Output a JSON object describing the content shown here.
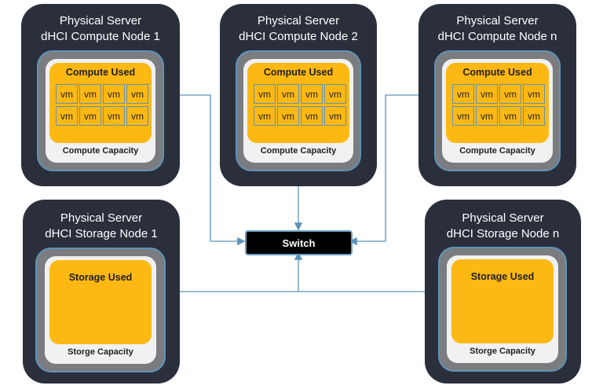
{
  "compute_nodes": [
    {
      "title_line1": "Physical Server",
      "title_line2": "dHCI Compute Node 1",
      "used_label": "Compute Used",
      "capacity_label": "Compute Capacity",
      "vms": [
        "vm",
        "vm",
        "vm",
        "vm",
        "vm",
        "vm",
        "vm",
        "vm"
      ]
    },
    {
      "title_line1": "Physical Server",
      "title_line2": "dHCI Compute Node 2",
      "used_label": "Compute Used",
      "capacity_label": "Compute Capacity",
      "vms": [
        "vm",
        "vm",
        "vm",
        "vm",
        "vm",
        "vm",
        "vm",
        "vm"
      ]
    },
    {
      "title_line1": "Physical Server",
      "title_line2": "dHCI Compute Node n",
      "used_label": "Compute Used",
      "capacity_label": "Compute Capacity",
      "vms": [
        "vm",
        "vm",
        "vm",
        "vm",
        "vm",
        "vm",
        "vm",
        "vm"
      ]
    }
  ],
  "storage_nodes": [
    {
      "title_line1": "Physical Server",
      "title_line2": "dHCI Storage Node 1",
      "used_label": "Storage Used",
      "capacity_label": "Storge Capacity"
    },
    {
      "title_line1": "Physical Server",
      "title_line2": "dHCI Storage Node n",
      "used_label": "Storage Used",
      "capacity_label": "Storge Capacity"
    }
  ],
  "switch": {
    "label": "Switch"
  },
  "colors": {
    "server_bg": "#2a2f3b",
    "ring_border": "#5f93b6",
    "ring_fill": "#7b7c80",
    "capacity_fill": "#f1f1f1",
    "used_fill": "#fdb813",
    "connector": "#5f93b6",
    "switch_bg": "#000000"
  }
}
